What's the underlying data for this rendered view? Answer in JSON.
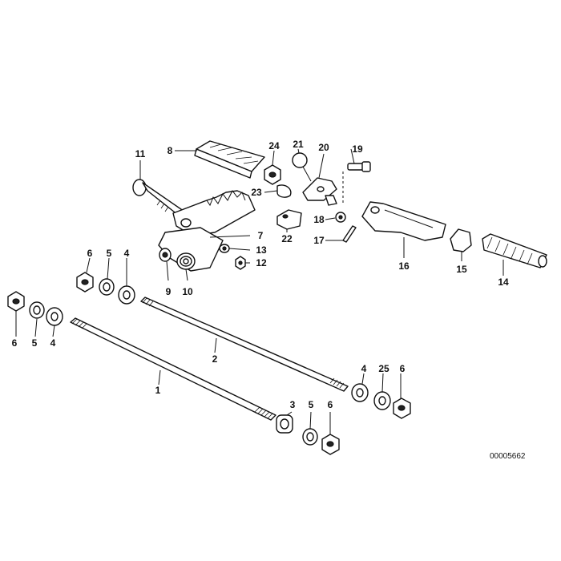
{
  "diagram": {
    "reference_number": "00005662",
    "labels": {
      "l1": "1",
      "l2": "2",
      "l3": "3",
      "l4a": "4",
      "l4b": "4",
      "l4c": "4",
      "l5a": "5",
      "l5b": "5",
      "l5c": "5",
      "l6a": "6",
      "l6b": "6",
      "l6c": "6",
      "l6d": "6",
      "l7": "7",
      "l8": "8",
      "l9": "9",
      "l10": "10",
      "l11": "11",
      "l12": "12",
      "l13": "13",
      "l14": "14",
      "l15": "15",
      "l16": "16",
      "l17": "17",
      "l18": "18",
      "l19": "19",
      "l20": "20",
      "l21": "21",
      "l22": "22",
      "l23": "23",
      "l24": "24",
      "l25": "25"
    }
  }
}
